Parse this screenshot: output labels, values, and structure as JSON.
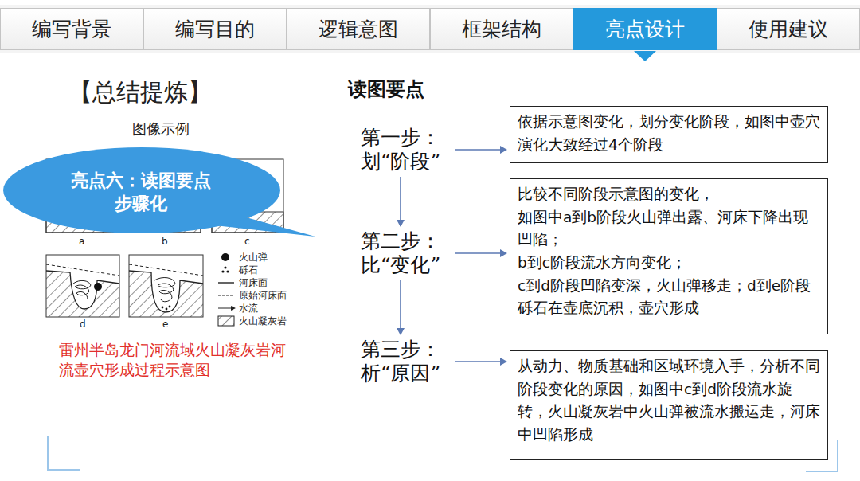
{
  "diagram": {
    "title": "【总结提炼】",
    "caption": "雷州半岛龙门河流域火山凝灰岩河流壶穴形成过程示意图",
    "nodes": [
      {
        "text": [
          "编写背景"
        ]
      },
      {
        "text": [
          "编写目的"
        ]
      },
      {
        "text": [
          "逻辑意图"
        ]
      },
      {
        "text": [
          "框架结构"
        ]
      },
      {
        "text": [
          "亮点设计"
        ]
      },
      {
        "text": [
          "使用建议"
        ]
      },
      {
        "text": [
          "亮点六：读图要点步骤化"
        ]
      },
      {
        "text": [
          "第一步： 划“阶段”"
        ]
      },
      {
        "text": [
          "依据示意图变化，划分变化阶段，如图中壶穴演化大致经过4个阶段"
        ]
      },
      {
        "text": [
          "第二步： 比“变化”"
        ]
      },
      {
        "text": [
          "比较不同阶段示意图的变化，",
          "如图中a到b阶段火山弹出露、河床下降出现凹陷；",
          "b到c阶段流水方向变化；",
          "c到d阶段凹陷变深，火山弹移走；d到e阶段砾石在壶底沉积，壶穴形成"
        ]
      },
      {
        "text": [
          "第三步： 析“原因”"
        ]
      },
      {
        "text": [
          "从动力、物质基础和区域环境入手，分析不同阶段变化的原因，如图中c到d阶段流水旋转，火山凝灰岩中火山弹被流水搬运走，河床中凹陷形成"
        ]
      }
    ],
    "edges": [
      {
        "from": 7,
        "to": 9,
        "arrow": "to"
      },
      {
        "from": 9,
        "to": 11,
        "arrow": "to"
      },
      {
        "from": 7,
        "to": 8,
        "arrow": "to"
      },
      {
        "from": 9,
        "to": 10,
        "arrow": "to"
      },
      {
        "from": 11,
        "to": 12,
        "arrow": "to"
      }
    ],
    "labels": [
      "图像示例",
      "读图要点",
      "a",
      "b",
      "c",
      "d",
      "e"
    ],
    "legend": [
      {
        "text": "火山弹"
      },
      {
        "text": "砾石"
      },
      {
        "text": "河床面"
      },
      {
        "text": "原始河床面"
      },
      {
        "text": "水流"
      },
      {
        "text": "火山凝灰岩"
      }
    ]
  }
}
